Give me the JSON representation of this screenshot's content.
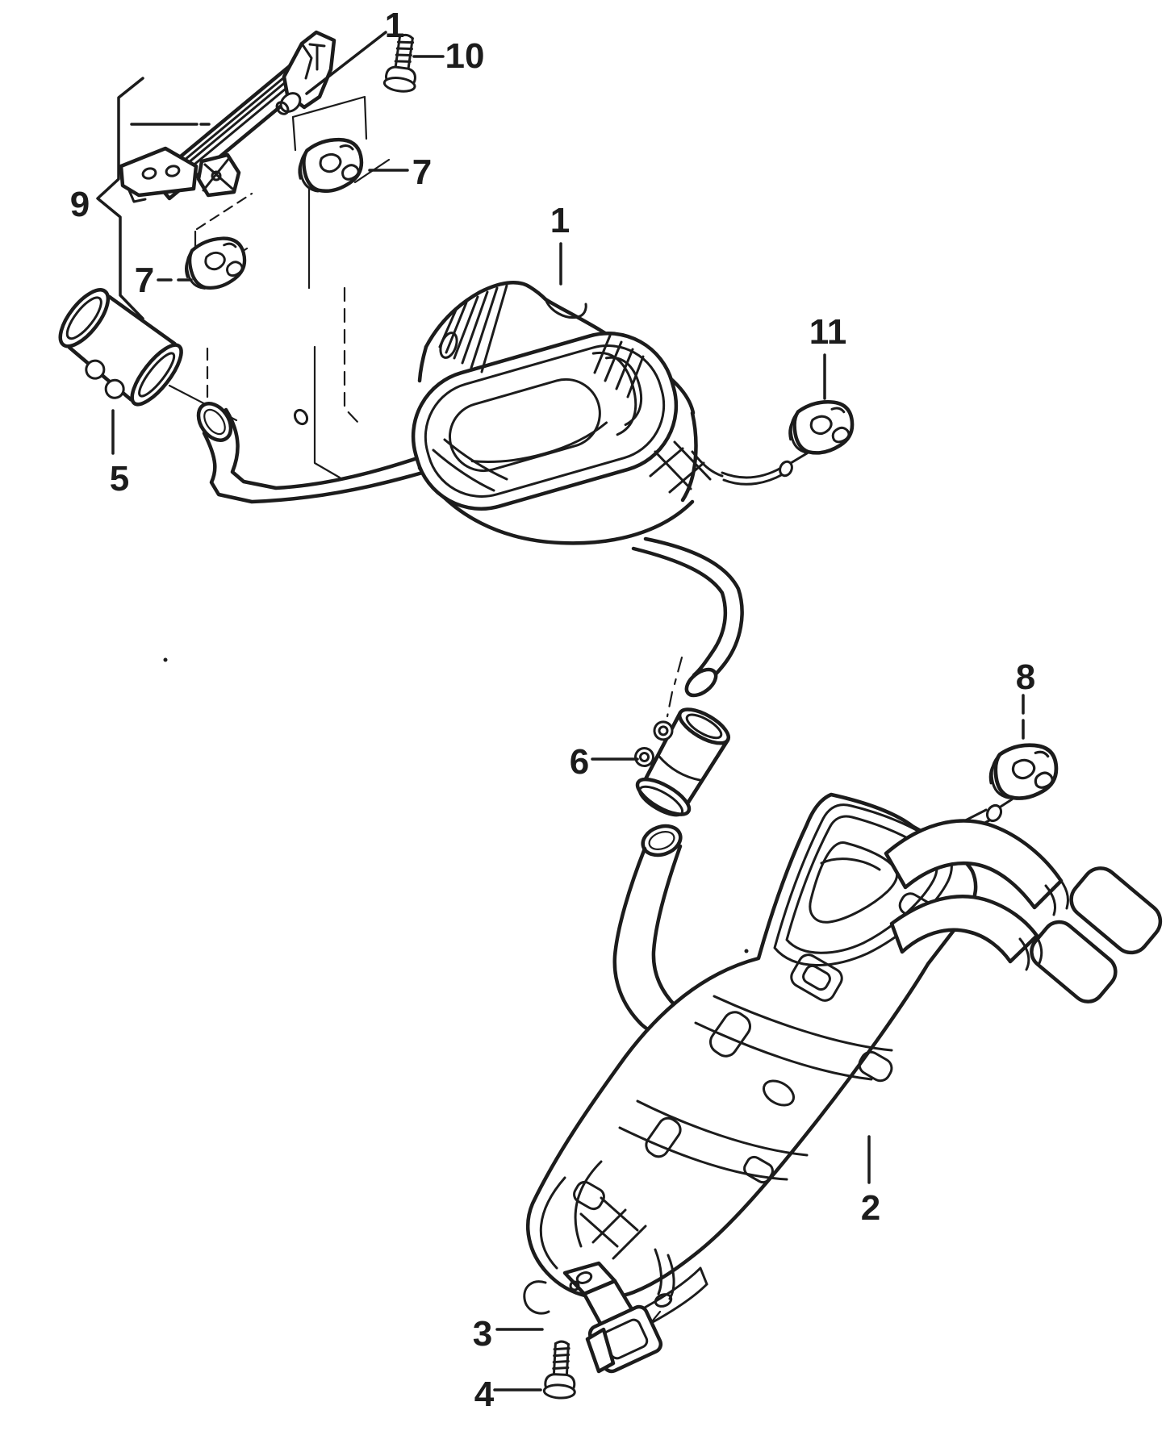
{
  "figure": {
    "kind": "exploded-parts-line-drawing",
    "background_color": "#ffffff",
    "ink_color": "#1c1c1c"
  },
  "callouts": [
    {
      "id": "callout-1-top",
      "label": "1"
    },
    {
      "id": "callout-10",
      "label": "10"
    },
    {
      "id": "callout-9",
      "label": "9"
    },
    {
      "id": "callout-7-upper",
      "label": "7"
    },
    {
      "id": "callout-7-lower",
      "label": "7"
    },
    {
      "id": "callout-5",
      "label": "5"
    },
    {
      "id": "callout-1-middle",
      "label": "1"
    },
    {
      "id": "callout-11",
      "label": "11"
    },
    {
      "id": "callout-6",
      "label": "6"
    },
    {
      "id": "callout-8",
      "label": "8"
    },
    {
      "id": "callout-2",
      "label": "2"
    },
    {
      "id": "callout-3",
      "label": "3"
    },
    {
      "id": "callout-4",
      "label": "4"
    }
  ]
}
